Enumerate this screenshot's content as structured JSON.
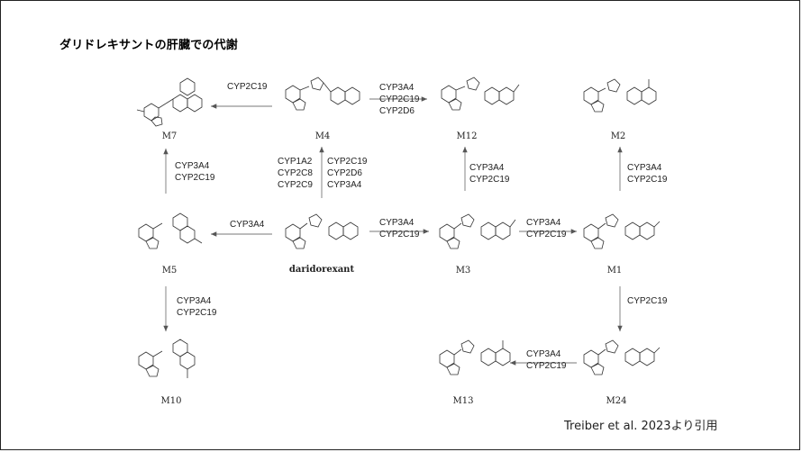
{
  "title": "ダリドレキサントの肝臓での代謝",
  "citation": "Treiber et al. 2023より引用",
  "compounds": {
    "M7": "M7",
    "M4": "M4",
    "M12": "M12",
    "M2": "M2",
    "M5": "M5",
    "parent": "daridorexant",
    "M3": "M3",
    "M1": "M1",
    "M10": "M10",
    "M13": "M13",
    "M24": "M24"
  },
  "enzymes": {
    "m4_to_m7": "CYP2C19",
    "m4_to_m12": [
      "CYP3A4",
      "CYP2C19",
      "CYP2D6"
    ],
    "m5_to_m7": [
      "CYP3A4",
      "CYP2C19"
    ],
    "parent_to_m4_left": [
      "CYP1A2",
      "CYP2C8",
      "CYP2C9"
    ],
    "parent_to_m4_right": [
      "CYP2C19",
      "CYP2D6",
      "CYP3A4"
    ],
    "m3_to_m12": [
      "CYP3A4",
      "CYP2C19"
    ],
    "m1_to_m2": [
      "CYP3A4",
      "CYP2C19"
    ],
    "parent_to_m5": "CYP3A4",
    "parent_to_m3": [
      "CYP3A4",
      "CYP2C19"
    ],
    "m3_to_m1": [
      "CYP3A4",
      "CYP2C19"
    ],
    "m5_to_m10": [
      "CYP3A4",
      "CYP2C19"
    ],
    "m1_to_m24": "CYP2C19",
    "m24_to_m13": [
      "CYP3A4",
      "CYP2C19"
    ]
  }
}
